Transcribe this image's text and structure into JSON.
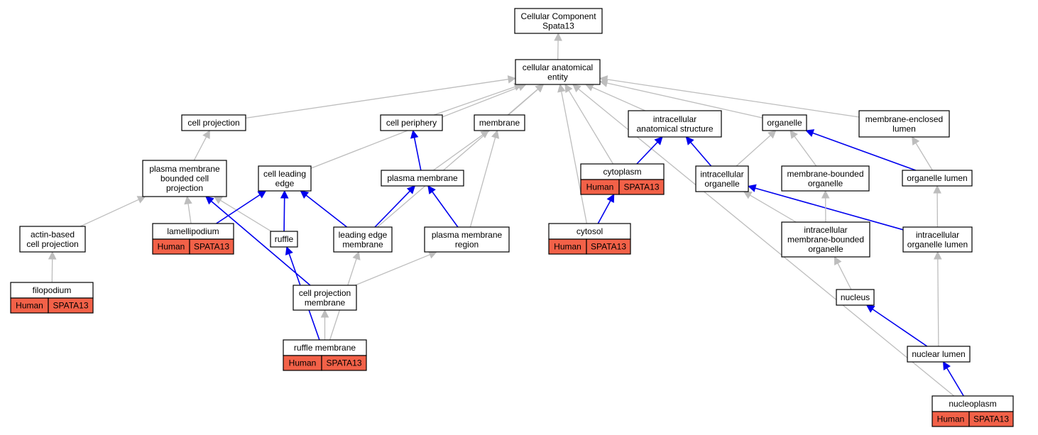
{
  "diagram": {
    "colors": {
      "is_a_edge": "#bdbdbd",
      "part_of_edge": "#0000ee",
      "annotation_fill": "#f26148",
      "node_fill": "#ffffff",
      "border": "#000000"
    },
    "nodes": [
      {
        "id": "root",
        "lines": [
          "Cellular Component",
          "Spata13"
        ]
      },
      {
        "id": "cae",
        "lines": [
          "cellular anatomical",
          "entity"
        ]
      },
      {
        "id": "cellproj",
        "lines": [
          "cell projection"
        ]
      },
      {
        "id": "cellperiph",
        "lines": [
          "cell periphery"
        ]
      },
      {
        "id": "membrane",
        "lines": [
          "membrane"
        ]
      },
      {
        "id": "ias",
        "lines": [
          "intracellular",
          "anatomical structure"
        ]
      },
      {
        "id": "organelle",
        "lines": [
          "organelle"
        ]
      },
      {
        "id": "mel",
        "lines": [
          "membrane-enclosed",
          "lumen"
        ]
      },
      {
        "id": "pmbcp",
        "lines": [
          "plasma membrane",
          "bounded cell",
          "projection"
        ]
      },
      {
        "id": "cle",
        "lines": [
          "cell leading",
          "edge"
        ]
      },
      {
        "id": "pm",
        "lines": [
          "plasma membrane"
        ]
      },
      {
        "id": "cytoplasm",
        "lines": [
          "cytoplasm"
        ],
        "annotation": [
          "Human",
          "SPATA13"
        ]
      },
      {
        "id": "ico",
        "lines": [
          "intracellular",
          "organelle"
        ]
      },
      {
        "id": "mbo",
        "lines": [
          "membrane-bounded",
          "organelle"
        ]
      },
      {
        "id": "ol",
        "lines": [
          "organelle lumen"
        ]
      },
      {
        "id": "abcp",
        "lines": [
          "actin-based",
          "cell projection"
        ]
      },
      {
        "id": "lamel",
        "lines": [
          "lamellipodium"
        ],
        "annotation": [
          "Human",
          "SPATA13"
        ]
      },
      {
        "id": "ruffle",
        "lines": [
          "ruffle"
        ]
      },
      {
        "id": "lem",
        "lines": [
          "leading edge",
          "membrane"
        ]
      },
      {
        "id": "pmr",
        "lines": [
          "plasma membrane",
          "region"
        ]
      },
      {
        "id": "cytosol",
        "lines": [
          "cytosol"
        ],
        "annotation": [
          "Human",
          "SPATA13"
        ]
      },
      {
        "id": "imbo",
        "lines": [
          "intracellular",
          "membrane-bounded",
          "organelle"
        ]
      },
      {
        "id": "iol",
        "lines": [
          "intracellular",
          "organelle lumen"
        ]
      },
      {
        "id": "filo",
        "lines": [
          "filopodium"
        ],
        "annotation": [
          "Human",
          "SPATA13"
        ]
      },
      {
        "id": "cpm",
        "lines": [
          "cell projection",
          "membrane"
        ]
      },
      {
        "id": "nucleus",
        "lines": [
          "nucleus"
        ]
      },
      {
        "id": "rm",
        "lines": [
          "ruffle membrane"
        ],
        "annotation": [
          "Human",
          "SPATA13"
        ]
      },
      {
        "id": "nl",
        "lines": [
          "nuclear lumen"
        ]
      },
      {
        "id": "np",
        "lines": [
          "nucleoplasm"
        ],
        "annotation": [
          "Human",
          "SPATA13"
        ]
      }
    ],
    "edges": [
      {
        "from": "cae",
        "to": "root",
        "type": "is_a"
      },
      {
        "from": "cellproj",
        "to": "cae",
        "type": "is_a"
      },
      {
        "from": "cellperiph",
        "to": "cae",
        "type": "is_a"
      },
      {
        "from": "membrane",
        "to": "cae",
        "type": "is_a"
      },
      {
        "from": "ias",
        "to": "cae",
        "type": "is_a"
      },
      {
        "from": "organelle",
        "to": "cae",
        "type": "is_a"
      },
      {
        "from": "mel",
        "to": "cae",
        "type": "is_a"
      },
      {
        "from": "cle",
        "to": "cae",
        "type": "is_a"
      },
      {
        "from": "lem",
        "to": "cae",
        "type": "is_a"
      },
      {
        "from": "cytoplasm",
        "to": "cae",
        "type": "is_a"
      },
      {
        "from": "cytosol",
        "to": "cae",
        "type": "is_a"
      },
      {
        "from": "np",
        "to": "cae",
        "type": "is_a"
      },
      {
        "from": "pmbcp",
        "to": "cellproj",
        "type": "is_a"
      },
      {
        "from": "pm",
        "to": "cellperiph",
        "type": "part_of"
      },
      {
        "from": "pm",
        "to": "membrane",
        "type": "is_a"
      },
      {
        "from": "pmr",
        "to": "membrane",
        "type": "is_a"
      },
      {
        "from": "cytoplasm",
        "to": "ias",
        "type": "part_of"
      },
      {
        "from": "ico",
        "to": "ias",
        "type": "part_of"
      },
      {
        "from": "ico",
        "to": "organelle",
        "type": "is_a"
      },
      {
        "from": "mbo",
        "to": "organelle",
        "type": "is_a"
      },
      {
        "from": "ol",
        "to": "organelle",
        "type": "part_of"
      },
      {
        "from": "ol",
        "to": "mel",
        "type": "is_a"
      },
      {
        "from": "abcp",
        "to": "pmbcp",
        "type": "is_a"
      },
      {
        "from": "lamel",
        "to": "pmbcp",
        "type": "is_a"
      },
      {
        "from": "ruffle",
        "to": "pmbcp",
        "type": "is_a"
      },
      {
        "from": "cpm",
        "to": "pmbcp",
        "type": "part_of"
      },
      {
        "from": "lamel",
        "to": "cle",
        "type": "part_of"
      },
      {
        "from": "ruffle",
        "to": "cle",
        "type": "part_of"
      },
      {
        "from": "lem",
        "to": "cle",
        "type": "part_of"
      },
      {
        "from": "lem",
        "to": "pm",
        "type": "part_of"
      },
      {
        "from": "pmr",
        "to": "pm",
        "type": "part_of"
      },
      {
        "from": "cytosol",
        "to": "cytoplasm",
        "type": "part_of"
      },
      {
        "from": "imbo",
        "to": "ico",
        "type": "is_a"
      },
      {
        "from": "iol",
        "to": "ico",
        "type": "part_of"
      },
      {
        "from": "imbo",
        "to": "mbo",
        "type": "is_a"
      },
      {
        "from": "iol",
        "to": "ol",
        "type": "is_a"
      },
      {
        "from": "filo",
        "to": "abcp",
        "type": "is_a"
      },
      {
        "from": "rm",
        "to": "ruffle",
        "type": "part_of"
      },
      {
        "from": "rm",
        "to": "lem",
        "type": "is_a"
      },
      {
        "from": "cpm",
        "to": "pmr",
        "type": "is_a"
      },
      {
        "from": "rm",
        "to": "cpm",
        "type": "is_a"
      },
      {
        "from": "nucleus",
        "to": "imbo",
        "type": "is_a"
      },
      {
        "from": "nl",
        "to": "nucleus",
        "type": "part_of"
      },
      {
        "from": "nl",
        "to": "iol",
        "type": "is_a"
      },
      {
        "from": "np",
        "to": "nl",
        "type": "part_of"
      }
    ]
  }
}
